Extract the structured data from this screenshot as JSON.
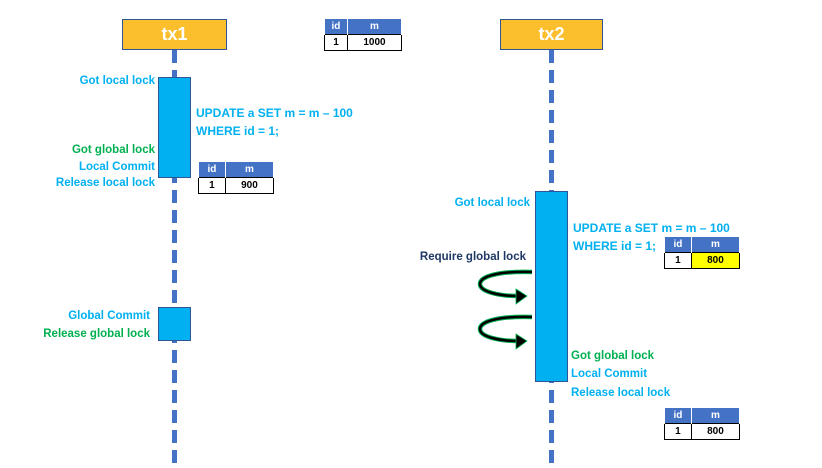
{
  "colors": {
    "tx_header": "#fbbf2d",
    "lifeline": "#4472c4",
    "activation": "#00b0f0",
    "label_blue": "#00b0f0",
    "label_green": "#00b050",
    "label_navy": "#1f3864",
    "table_header": "#4472c4",
    "highlight": "#ffff00"
  },
  "initial_table": {
    "headers": [
      "id",
      "m"
    ],
    "row": [
      "1",
      "1000"
    ]
  },
  "tx1": {
    "title": "tx1",
    "labels": {
      "got_local_lock": "Got local lock",
      "got_global_lock": "Got global lock",
      "local_commit": "Local Commit",
      "release_local_lock": "Release local lock",
      "global_commit": "Global Commit",
      "release_global_lock": "Release global lock"
    },
    "sql": [
      "UPDATE a SET m = m – 100",
      "WHERE id = 1;"
    ],
    "table": {
      "headers": [
        "id",
        "m"
      ],
      "row": [
        "1",
        "900"
      ]
    }
  },
  "tx2": {
    "title": "tx2",
    "labels": {
      "got_local_lock": "Got local lock",
      "require_global_lock": "Require global lock",
      "got_global_lock": "Got global lock",
      "local_commit": "Local Commit",
      "release_local_lock": "Release local lock"
    },
    "sql": [
      "UPDATE a SET m = m – 100",
      "WHERE id = 1;"
    ],
    "table_pending": {
      "headers": [
        "id",
        "m"
      ],
      "row": [
        "1",
        "800"
      ],
      "highlighted": true
    },
    "table_final": {
      "headers": [
        "id",
        "m"
      ],
      "row": [
        "1",
        "800"
      ]
    },
    "wait_arrows": 2
  }
}
